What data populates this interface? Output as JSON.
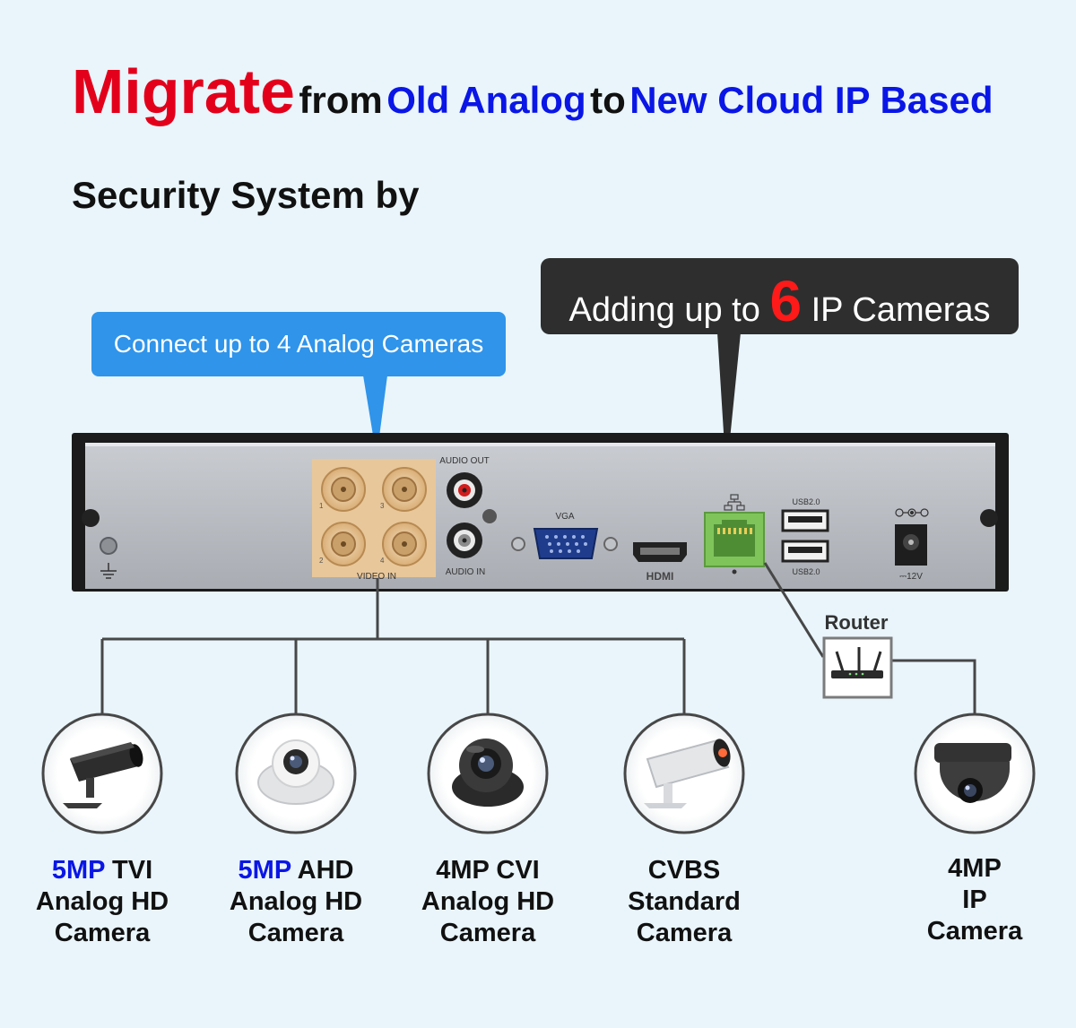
{
  "headline": {
    "word1": "Migrate",
    "word2": "from",
    "word3": "Old Analog",
    "word4": "to",
    "word5": "New Cloud IP Based"
  },
  "subheadline": "Security System by",
  "callouts": {
    "analog": "Connect up to 4 Analog Cameras",
    "ip_prefix": "Adding up to",
    "ip_count": "6",
    "ip_suffix": "IP Cameras"
  },
  "device_panel": {
    "audio_out": "AUDIO OUT",
    "audio_in": "AUDIO IN",
    "video_in": "VIDEO IN",
    "vga": "VGA",
    "hdmi": "HDMI",
    "usb_top": "USB2.0",
    "usb_bottom": "USB2.0",
    "power": "⎓12V",
    "bnc_numbers": [
      "1",
      "3",
      "2",
      "4"
    ]
  },
  "router_label": "Router",
  "cameras": [
    {
      "highlight": "5MP",
      "line1": "TVI",
      "line2": "Analog HD",
      "line3": "Camera",
      "icon": "bullet-camera-dark-icon"
    },
    {
      "highlight": "5MP",
      "line1": "AHD",
      "line2": "Analog HD",
      "line3": "Camera",
      "icon": "dome-camera-white-icon"
    },
    {
      "highlight": "",
      "line1": "4MP CVI",
      "line2": "Analog HD",
      "line3": "Camera",
      "icon": "dome-camera-black-icon"
    },
    {
      "highlight": "",
      "line1": "CVBS",
      "line2": "Standard",
      "line3": "Camera",
      "icon": "bullet-camera-white-icon"
    },
    {
      "highlight": "",
      "line1": "4MP",
      "line2": "IP",
      "line3": "Camera",
      "icon": "ip-dome-camera-icon"
    }
  ],
  "colors": {
    "background": "#e9f5fb",
    "accent_red": "#e3001b",
    "accent_blue": "#0a16e6",
    "callout_blue": "#2f94ea",
    "callout_dark": "#2e2e2e",
    "panel_silver": "#b8bcc2",
    "bnc_gold": "#e8c79a",
    "ethernet_green": "#7fc45b"
  }
}
